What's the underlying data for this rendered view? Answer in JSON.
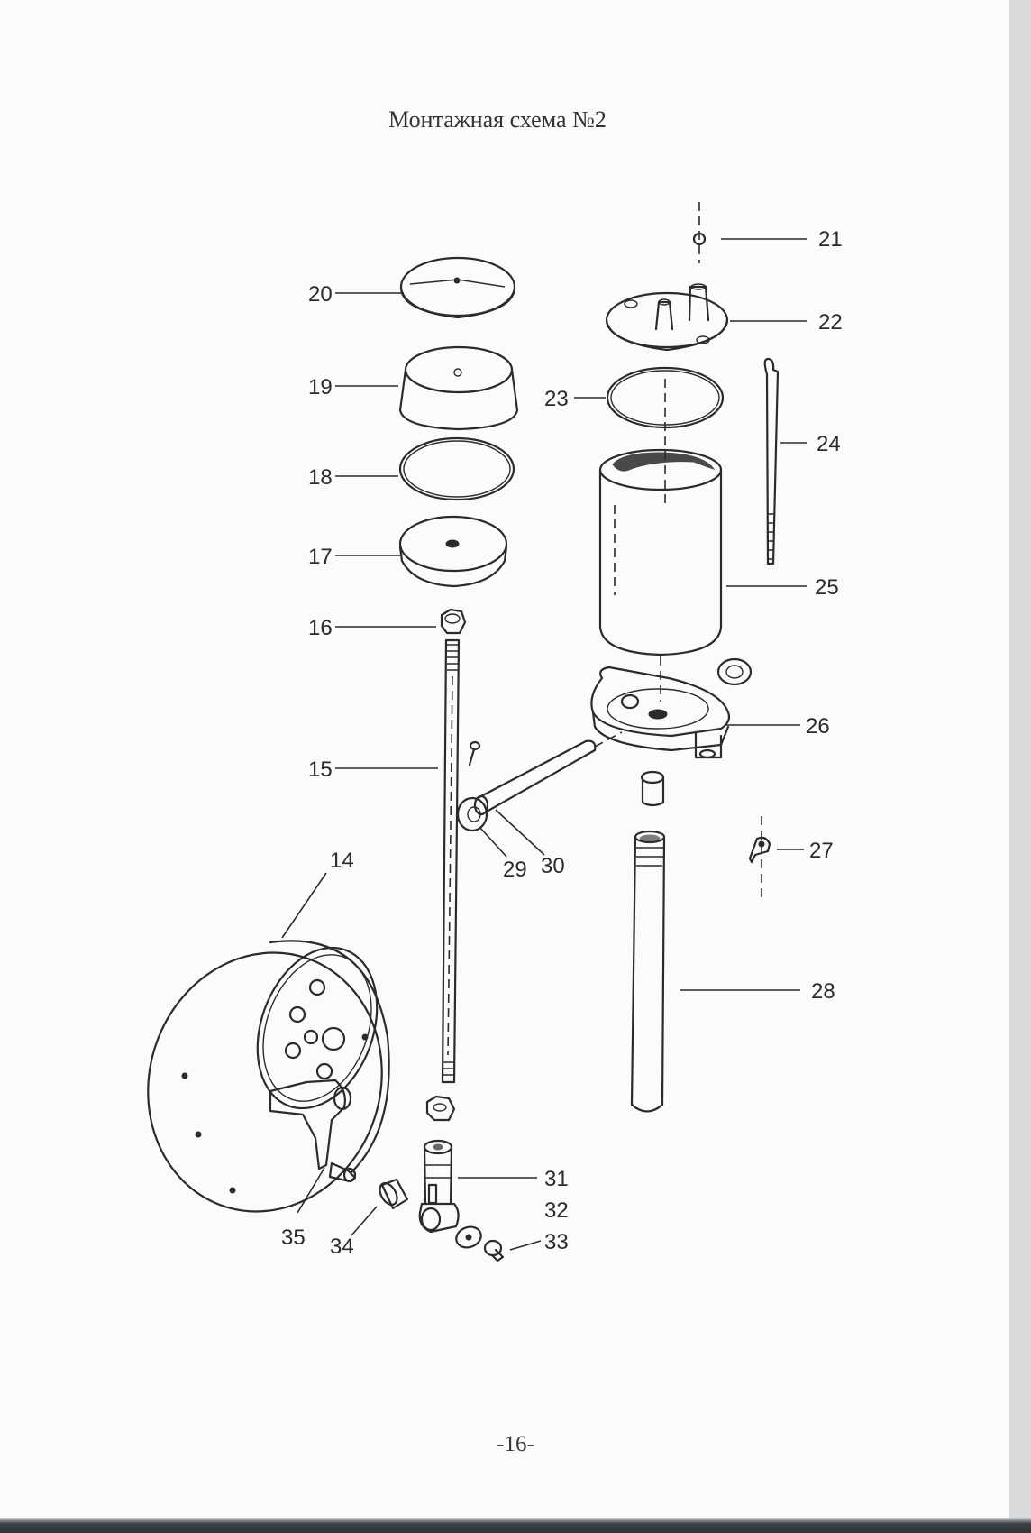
{
  "title": "Монтажная схема №2",
  "page_number": "-16-",
  "callouts": {
    "c14": "14",
    "c15": "15",
    "c16": "16",
    "c17": "17",
    "c18": "18",
    "c19": "19",
    "c20": "20",
    "c21": "21",
    "c22": "22",
    "c23": "23",
    "c24": "24",
    "c25": "25",
    "c26": "26",
    "c27": "27",
    "c28": "28",
    "c29": "29",
    "c30": "30",
    "c31": "31",
    "c32": "32",
    "c33": "33",
    "c34": "34",
    "c35": "35"
  }
}
